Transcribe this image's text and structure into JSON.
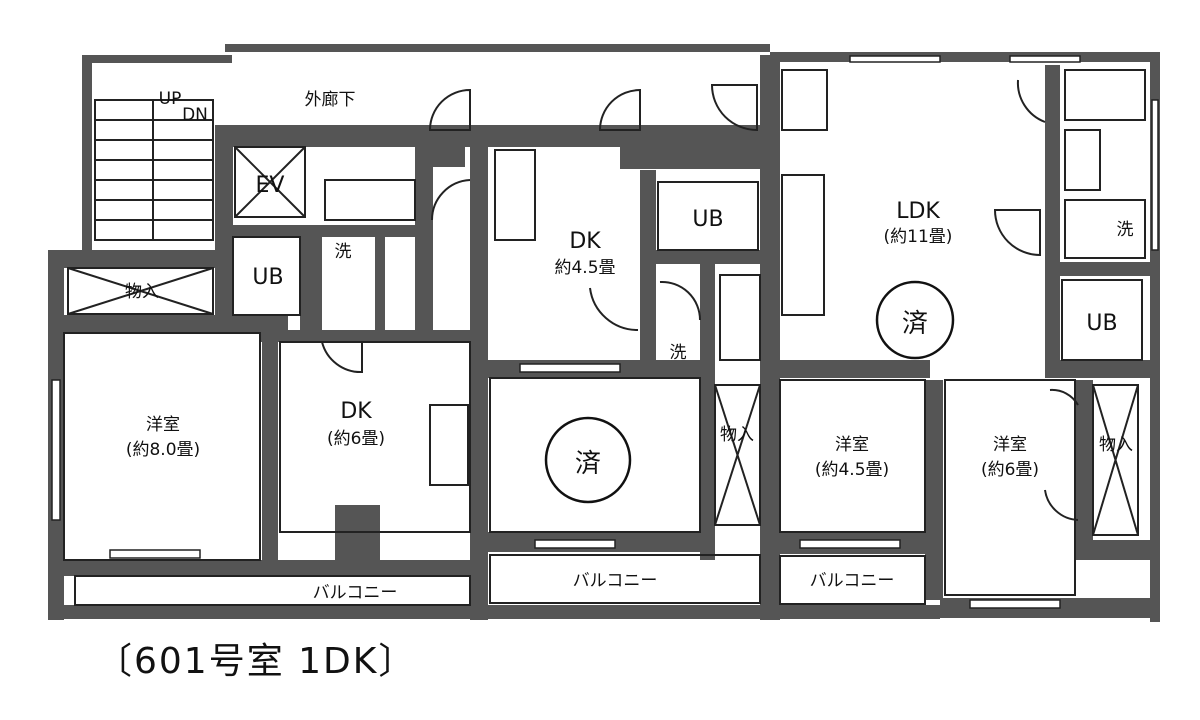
{
  "caption": "〔601号室 1DK〕",
  "labels": {
    "outer_corridor": "外廊下",
    "up": "UP",
    "down": "DN",
    "elevator": "EV",
    "storage_left": "物入",
    "ub_left": "UB",
    "wash_left": "洗",
    "western_left_name": "洋室",
    "western_left_size": "(約8.0畳)",
    "dk_left_name": "DK",
    "dk_left_size": "(約6畳)",
    "dk_mid_name": "DK",
    "dk_mid_size": "約4.5畳",
    "ub_mid": "UB",
    "wash_mid": "洗",
    "sold_mid": "済",
    "storage_mid": "物入",
    "ldk_name": "LDK",
    "ldk_size": "(約11畳)",
    "sold_right": "済",
    "wash_right": "洗",
    "ub_right": "UB",
    "western_r1_name": "洋室",
    "western_r1_size": "(約4.5畳)",
    "western_r2_name": "洋室",
    "western_r2_size": "(約6畳)",
    "storage_right": "物入",
    "balcony_1": "バルコニー",
    "balcony_2": "バルコニー",
    "balcony_3": "バルコニー"
  }
}
